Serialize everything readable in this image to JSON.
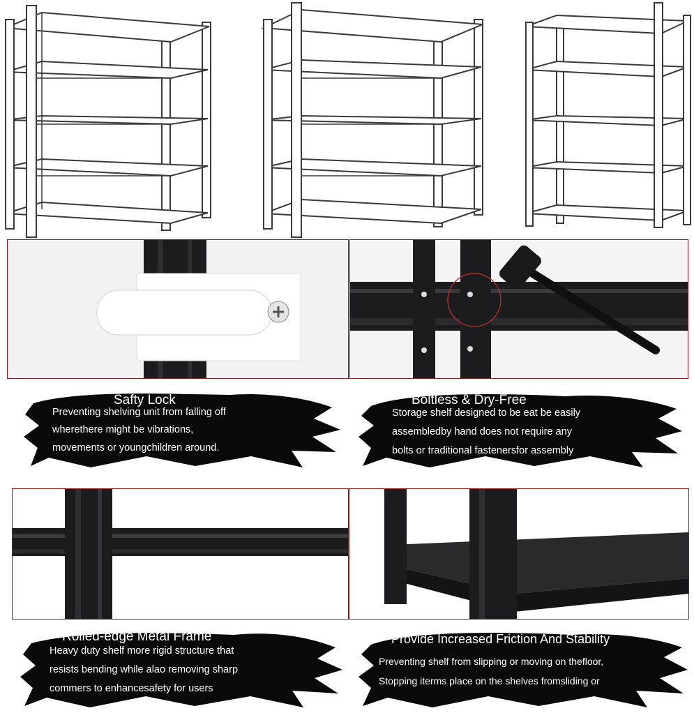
{
  "colors": {
    "frame_black": "#1c1c1e",
    "panel_border": "#8b1a1a",
    "brush_black": "#0a0a0a",
    "drawing_line": "#3a3a3a",
    "text_white": "#ffffff"
  },
  "shelving_views": [
    {
      "view": "front-angle",
      "shelf_count": 5
    },
    {
      "view": "front",
      "shelf_count": 5
    },
    {
      "view": "side-angle",
      "shelf_count": 5
    }
  ],
  "features": [
    {
      "title": "Safty Lock",
      "lines": [
        "Preventing shelving unit from falling off",
        "wherethere might be vibrations,",
        "movements or youngchildren around."
      ],
      "icon": "screw-icon"
    },
    {
      "title": "Boltless & Dry-Free",
      "lines": [
        "Storage shelf designed to be eat be easily",
        "assembledby hand does not require any",
        "bolts or traditional fastenersfor assembly"
      ],
      "icon": "hammer-icon"
    },
    {
      "title": "Rolled-edge Metal Frame",
      "lines": [
        "Heavy duty shelf more rigid structure that",
        "resists bending while alao removing sharp",
        "commers to enhancesafety for users"
      ],
      "icon": "frame-icon"
    },
    {
      "title": "Provide Increased Friction And Stability",
      "lines": [
        "Preventing shelf from slipping or moving on thefloor,",
        "Stopping iterms place on the shelves fromsliding or"
      ],
      "icon": "shelf-icon"
    }
  ]
}
